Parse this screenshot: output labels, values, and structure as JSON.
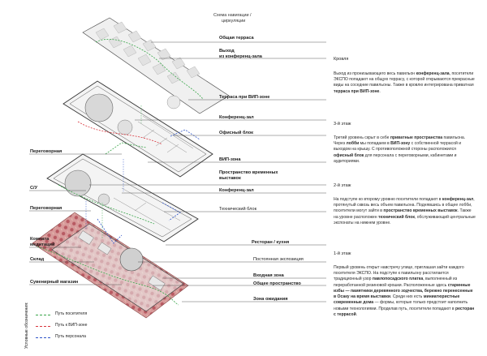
{
  "header": {
    "title_line1": "Схема навигации /",
    "title_line2": "циркуляции"
  },
  "labels_right": [
    {
      "id": "terrace",
      "text": "Общая терраса",
      "bold": true
    },
    {
      "id": "exit1",
      "text": "Выход",
      "bold": true
    },
    {
      "id": "exit2",
      "text": "из конференц-зала",
      "bold": true
    },
    {
      "id": "vip_terrace",
      "text": "Терраса при ВИП-зоне",
      "bold": true
    },
    {
      "id": "conf3",
      "text": "Конференц-зал",
      "bold": true
    },
    {
      "id": "office",
      "text": "Офисный блок",
      "bold": true
    },
    {
      "id": "vip",
      "text": "ВИП-зона",
      "bold": true
    },
    {
      "id": "temp1",
      "text": "Пространство временных",
      "bold": true
    },
    {
      "id": "temp2",
      "text": "выставок",
      "bold": true
    },
    {
      "id": "conf2",
      "text": "Конференц-зал",
      "bold": true
    },
    {
      "id": "tech",
      "text": "Технический блок",
      "bold": false
    },
    {
      "id": "rest",
      "text": "Ресторан / кухня",
      "bold": true
    },
    {
      "id": "perm",
      "text": "Постоянная экспозиция",
      "bold": false
    },
    {
      "id": "entrance",
      "text": "Входная зона",
      "bold": true
    },
    {
      "id": "public",
      "text": "Общее пространство",
      "bold": true
    },
    {
      "id": "waiting",
      "text": "Зона ожидания",
      "bold": true
    }
  ],
  "labels_left": [
    {
      "id": "meet3",
      "text": "Переговорная"
    },
    {
      "id": "wc",
      "text": "С/У"
    },
    {
      "id": "meet2",
      "text": "Переговорная"
    },
    {
      "id": "med1",
      "text": "Комната"
    },
    {
      "id": "med2",
      "text": "медитаций"
    },
    {
      "id": "storage",
      "text": "Склад"
    },
    {
      "id": "souvenir",
      "text": "Сувенирный магазин"
    }
  ],
  "legend": {
    "title_line1": "Условные",
    "title_line2": "обозначения:",
    "items": [
      {
        "text": "Путь посетителя",
        "color": "#3aa64a"
      },
      {
        "text": "Путь к ВИП-зоне",
        "color": "#d9363e"
      },
      {
        "text": "Путь персонала",
        "color": "#2f55c8"
      }
    ]
  },
  "sections": {
    "roof": {
      "title": "Кровля",
      "p1": "Выход из пронизывающего весь павильон ",
      "b1": "конференц-зала",
      "p2": ", посетители ЭКСПО попадают на общую террасу, с которой открываются прекрасные виды на соседние павильоны. Также в кровлю интегрирована приватная ",
      "b2": "терраса при ВИП-зоне",
      "p3": "."
    },
    "floor3": {
      "title": "3-й этаж",
      "p1": "Третий уровень скрыт в себе ",
      "b1": "приватные пространства",
      "p2": " павильона. Через ",
      "b2": "лобби",
      "p3": " мы попадаем в ",
      "b3": "ВИП-зону",
      "p4": " с собственной террасой и выходом на крышу. С противоположной стороны расположился ",
      "b4": "офисный блок",
      "p5": " для персонала с переговорными, кабинетами и аудиториями."
    },
    "floor2": {
      "title": "2-й этаж",
      "p1": "На подступе ко второму уровню посетители попадают в ",
      "b1": "конференц-зал",
      "p2": ", протянутый сквозь весь объем павильона. Поднявшись в общее лобби, посетители могут зайти в ",
      "b2": "пространство временных выставок",
      "p3": ". Также на уровне расположен ",
      "b3": "технический блок",
      "p4": ", обслуживающий центральные экспонаты на нижнем уровне."
    },
    "floor1": {
      "title": "1-й этаж",
      "p1": "Первый уровень открыт навстречу улице, приглашая зайти каждого посетителя ЭКСПО. На подступе к павильону расстилается традиционный узор ",
      "b1": "павлопосадского платка",
      "p2": ", выполненный из переработанной резиновой крошки. Расположенные здесь ",
      "b2": "старинные избы — памятники деревянного зодчества, бережно перенесенные в Осаку на время выставки",
      "p3": ". Среди них есть ",
      "b3": "миниатюристные современные дома",
      "p4": " — формы, которые только предстоит наполнить новыми технологиями. Проделав путь, посетители попадают в ",
      "b4": "ресторан с террасой",
      "p5": "."
    }
  }
}
